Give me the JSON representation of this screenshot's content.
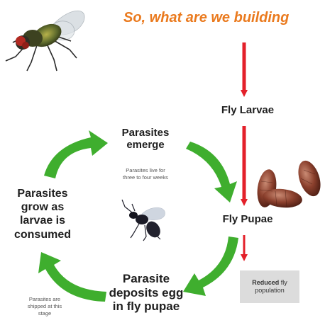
{
  "title": "So, what are we building",
  "nodes": {
    "fly_larvae": "Fly Larvae",
    "fly_pupae": "Fly Pupae",
    "parasites_emerge": [
      "Parasites",
      "emerge"
    ],
    "parasites_grow": [
      "Parasites",
      "grow as",
      "larvae is",
      "consumed"
    ],
    "parasite_deposits": [
      "Parasite",
      "deposits egg",
      "in fly pupae"
    ]
  },
  "notes": {
    "parasites_live": [
      "Parasites live for",
      "three to four weeks"
    ],
    "parasites_shipped": [
      "Parasites are",
      "shipped at this",
      "stage"
    ]
  },
  "reduced": {
    "bold": "Reduced",
    "rest_line1": " fly",
    "rest_line2": "population"
  },
  "images": {
    "fly": "house-fly-photo",
    "pupae": "fly-pupae-photo",
    "wasp": "parasitic-wasp-photo"
  },
  "colors": {
    "title": "#ea7a1e",
    "cycle_arrow": "#3fae2e",
    "red_arrow": "#e3202a",
    "box": "#dcdcdc"
  }
}
